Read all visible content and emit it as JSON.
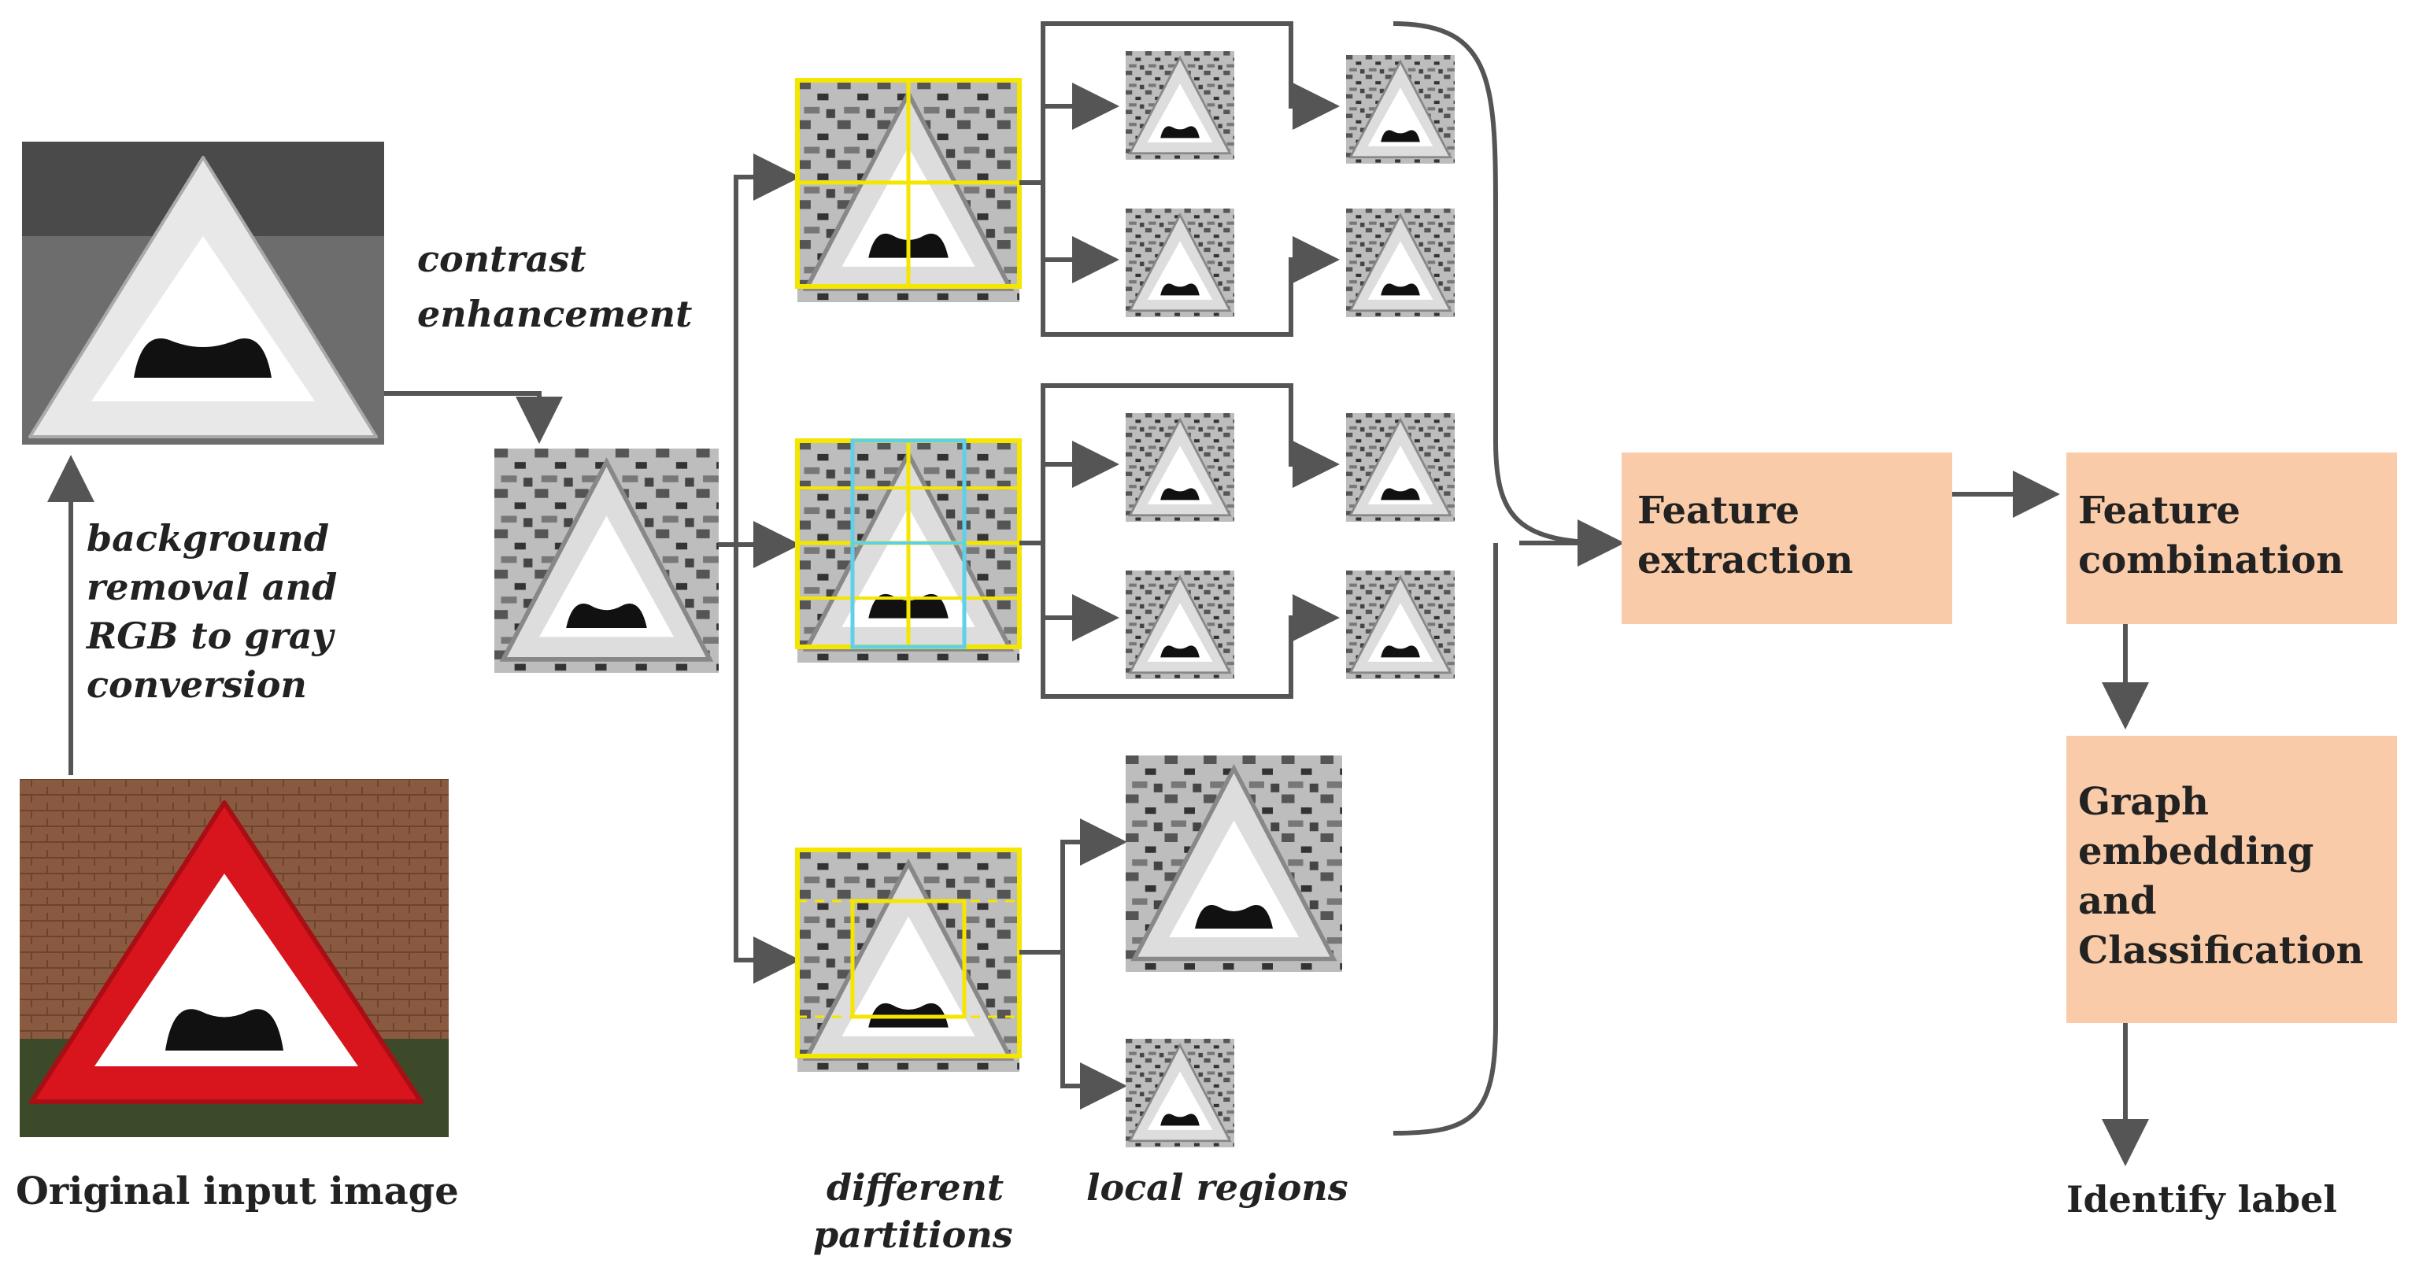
{
  "labels": {
    "original": "Original input image",
    "step1_line1": "background",
    "step1_line2": "removal and",
    "step1_line3": "RGB to gray",
    "step1_line4": "conversion",
    "step2_line1": "contrast",
    "step2_line2": "enhancement",
    "partitions_line1": "different",
    "partitions_line2": "partitions",
    "local_regions": "local regions",
    "identify": "Identify label"
  },
  "boxes": {
    "feature_extraction_line1": "Feature",
    "feature_extraction_line2": "extraction",
    "feature_combination_line1": "Feature",
    "feature_combination_line2": "combination",
    "graph_line1": "Graph",
    "graph_line2": "embedding",
    "graph_line3": "and",
    "graph_line4": "Classification"
  },
  "colors": {
    "box_fill": "#f9cba8",
    "arrow": "#555555",
    "partition_yellow": "#f5e600",
    "partition_cyan": "#5fd0e8",
    "sign_red": "#d8141c"
  }
}
